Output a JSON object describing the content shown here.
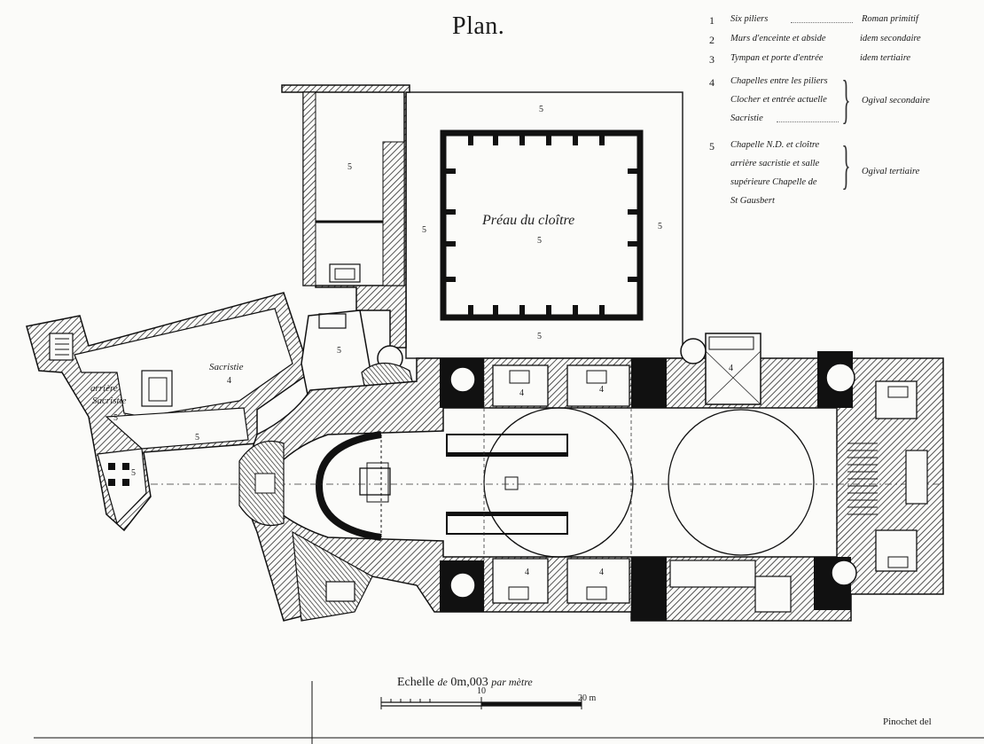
{
  "title": "Plan.",
  "legend": [
    {
      "num": "1",
      "text": "Six piliers",
      "style": "Roman primitif"
    },
    {
      "num": "2",
      "text": "Murs d'enceinte et abside",
      "style": "idem secondaire"
    },
    {
      "num": "3",
      "text": "Tympan et porte d'entrée",
      "style": "idem tertiaire"
    },
    {
      "num": "4",
      "lines": [
        "Chapelles entre les piliers",
        "Clocher et entrée actuelle",
        "Sacristie"
      ],
      "style": "Ogival secondaire"
    },
    {
      "num": "5",
      "lines": [
        "Chapelle N.D. et cloître",
        "arrière sacristie et salle",
        "supérieure Chapelle de",
        "St Gausbert"
      ],
      "style": "Ogival tertiaire"
    }
  ],
  "labels": {
    "cloister": "Préau du cloître",
    "sacristy": "Sacristie",
    "sacristy_num": "4",
    "rear_sacristy_1": "arrière",
    "rear_sacristy_2": "Sacristie",
    "five": "5",
    "four": "4"
  },
  "scale": {
    "label_main": "Echelle",
    "label_de": "de",
    "value": "0m,003",
    "label_par": "par mètre",
    "tick_mid": "10",
    "tick_end": "20 m"
  },
  "credit": "Pinochet del",
  "colors": {
    "ink": "#1a1a1a",
    "paper": "#fbfbf9",
    "hatch": "#2a2a2a"
  }
}
